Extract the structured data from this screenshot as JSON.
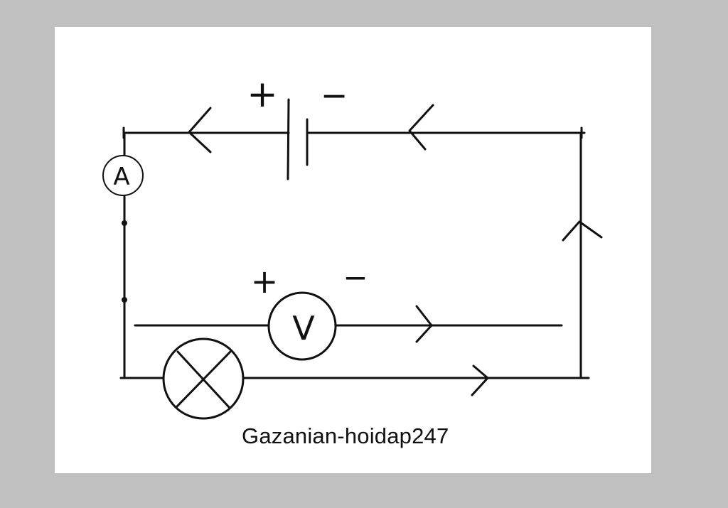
{
  "diagram": {
    "ammeter_label": "A",
    "voltmeter_label": "V",
    "battery_plus": "+",
    "battery_minus": "−",
    "voltmeter_plus": "+",
    "voltmeter_minus": "−"
  },
  "caption": "Gazanian-hoidap247",
  "colors": {
    "frame": "#c0c0c0",
    "background": "#ffffff",
    "ink": "#111111"
  }
}
